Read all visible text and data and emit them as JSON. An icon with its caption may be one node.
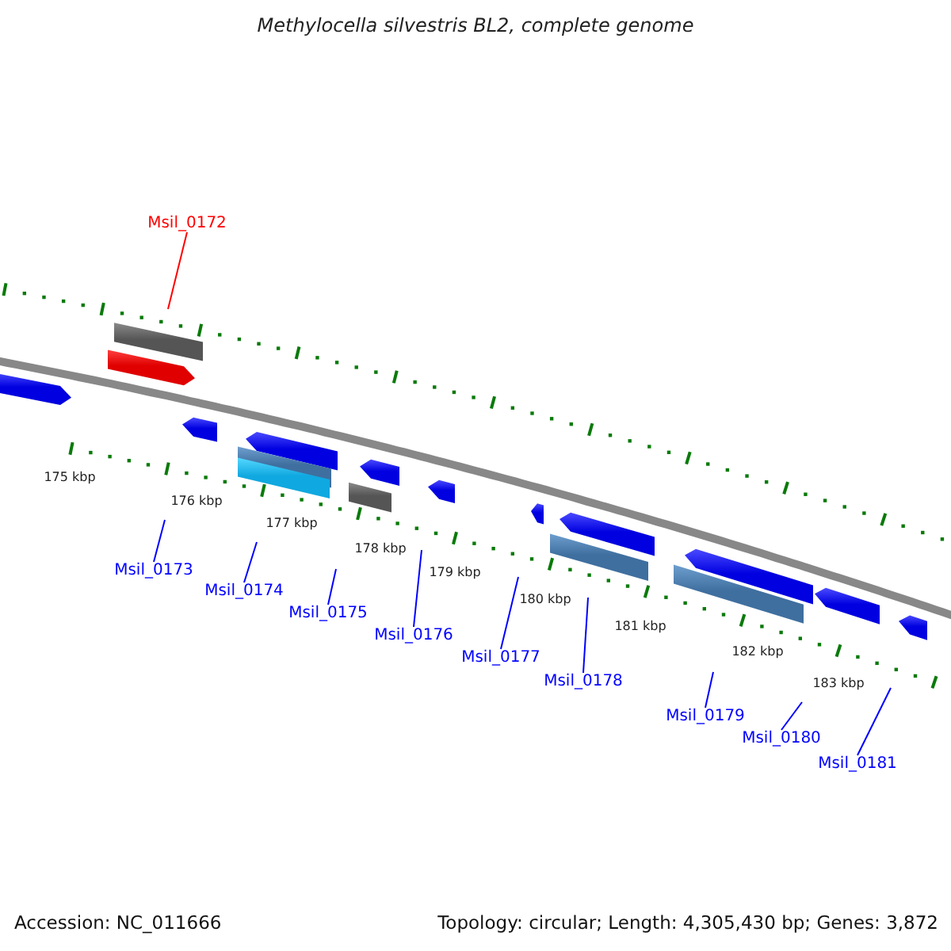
{
  "diagram": {
    "title": "Methylocella silvestris BL2, complete genome",
    "nodes": [
      {
        "text": [
          "Msil_0172"
        ]
      },
      {
        "text": [
          "Msil_0173"
        ]
      },
      {
        "text": [
          "Msil_0174"
        ]
      },
      {
        "text": [
          "Msil_0175"
        ]
      },
      {
        "text": [
          "Msil_0176"
        ]
      },
      {
        "text": [
          "Msil_0177"
        ]
      },
      {
        "text": [
          "Msil_0178"
        ]
      },
      {
        "text": [
          "Msil_0179"
        ]
      },
      {
        "text": [
          "Msil_0180"
        ]
      },
      {
        "text": [
          "Msil_0181"
        ]
      }
    ],
    "edges": [
      {
        "from": 0,
        "to": null,
        "arrow": "none",
        "color": "#ff0000"
      },
      {
        "from": 1,
        "to": null,
        "arrow": "none"
      },
      {
        "from": 2,
        "to": null,
        "arrow": "none"
      },
      {
        "from": 3,
        "to": null,
        "arrow": "none"
      },
      {
        "from": 4,
        "to": null,
        "arrow": "none"
      },
      {
        "from": 5,
        "to": null,
        "arrow": "none"
      },
      {
        "from": 6,
        "to": null,
        "arrow": "none"
      },
      {
        "from": 7,
        "to": null,
        "arrow": "none"
      },
      {
        "from": 8,
        "to": null,
        "arrow": "none"
      },
      {
        "from": 9,
        "to": null,
        "arrow": "none"
      }
    ],
    "labels": [
      "175 kbp",
      "176 kbp",
      "177 kbp",
      "178 kbp",
      "179 kbp",
      "180 kbp",
      "181 kbp",
      "182 kbp",
      "183 kbp",
      "Accession: NC_011666",
      "Topology: circular; Length: 4,305,430 bp; Genes: 3,872"
    ]
  }
}
